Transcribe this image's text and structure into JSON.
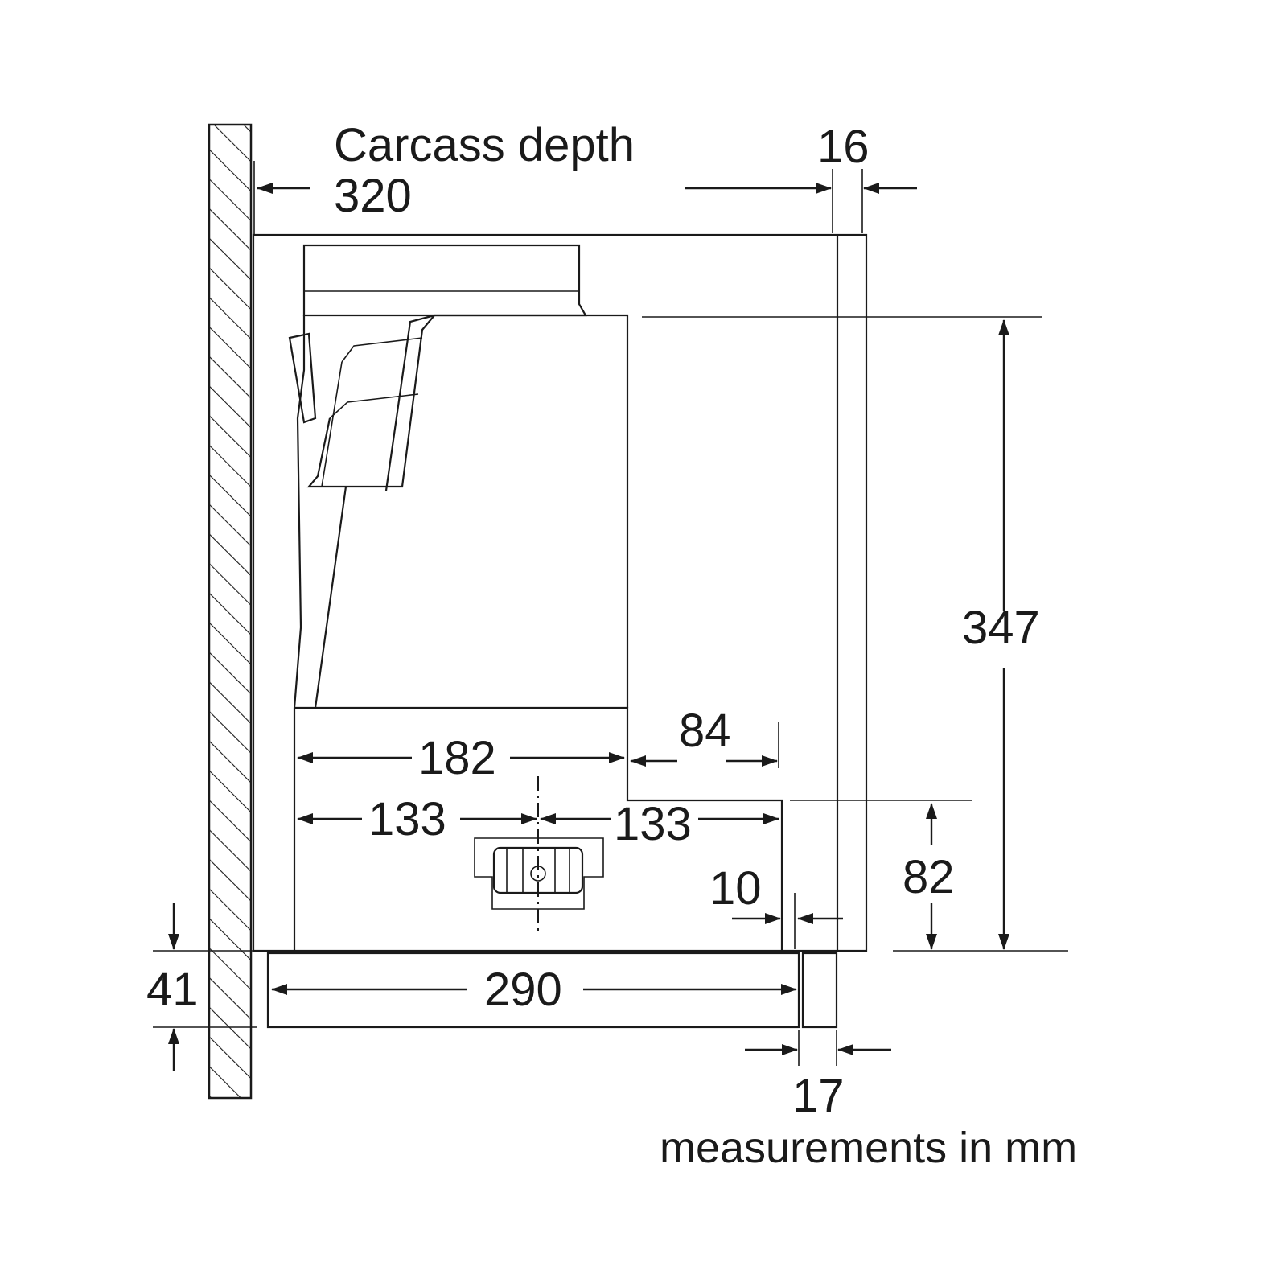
{
  "labels": {
    "carcass_depth": "Carcass depth",
    "carcass_depth_value": "320",
    "dim_16": "16",
    "dim_347": "347",
    "dim_84": "84",
    "dim_182": "182",
    "dim_133_left": "133",
    "dim_133_right": "133",
    "dim_82": "82",
    "dim_10": "10",
    "dim_41": "41",
    "dim_290": "290",
    "dim_17": "17",
    "units_note": "measurements in mm"
  },
  "colors": {
    "line": "#1a1a1a",
    "background": "#ffffff"
  }
}
